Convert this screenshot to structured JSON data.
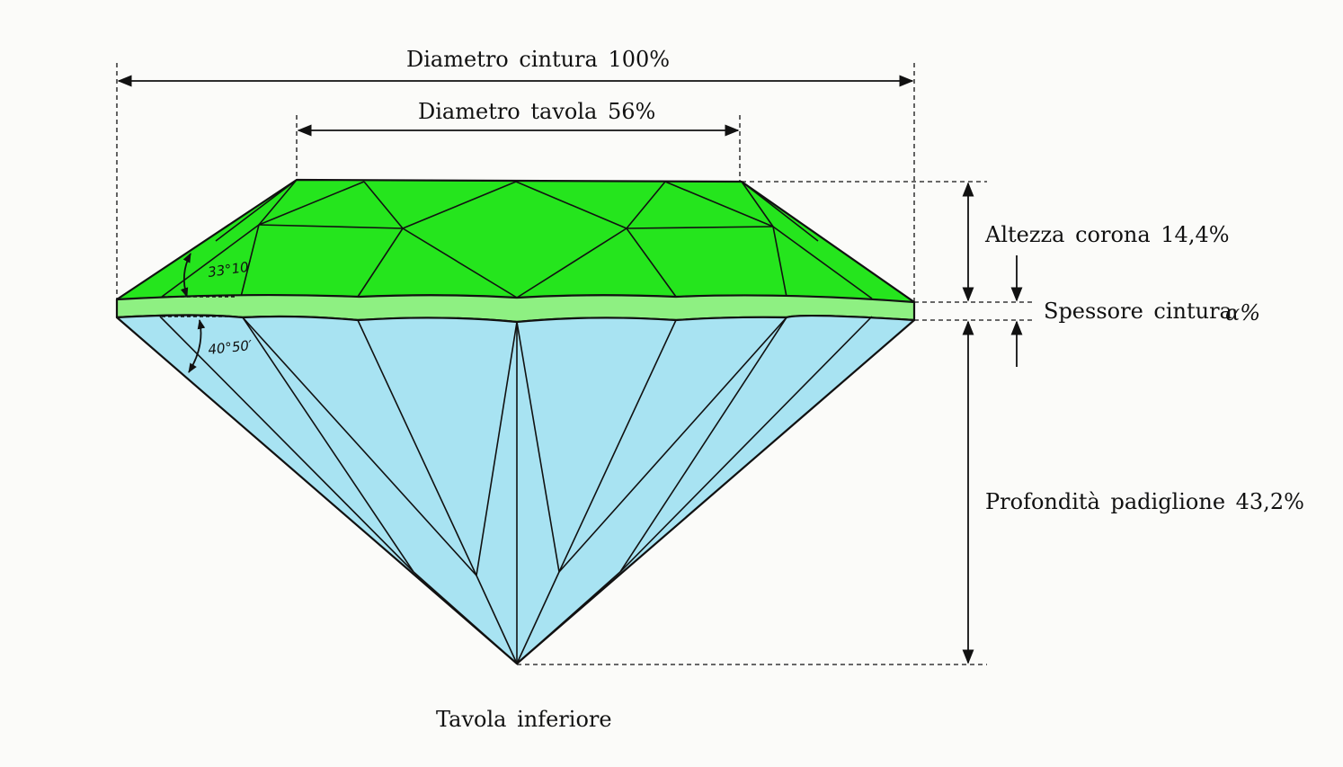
{
  "labels": {
    "girdle_diameter": "Diametro cintura 100%",
    "table_diameter": "Diametro tavola 56%",
    "crown_height": "Altezza corona 14,4%",
    "girdle_thickness": "Spessore cintura",
    "girdle_thickness_suffix": "α%",
    "pavilion_depth": "Profondità padiglione 43,2%",
    "culet": "Tavola inferiore"
  },
  "angles": {
    "crown_angle": "33°10′",
    "pavilion_angle": "40°50′"
  },
  "colors": {
    "crown": "#25e51d",
    "girdle": "#8ef082",
    "pavilion": "#a8e3f2",
    "line": "#111111",
    "background": "#fbfbf9"
  }
}
